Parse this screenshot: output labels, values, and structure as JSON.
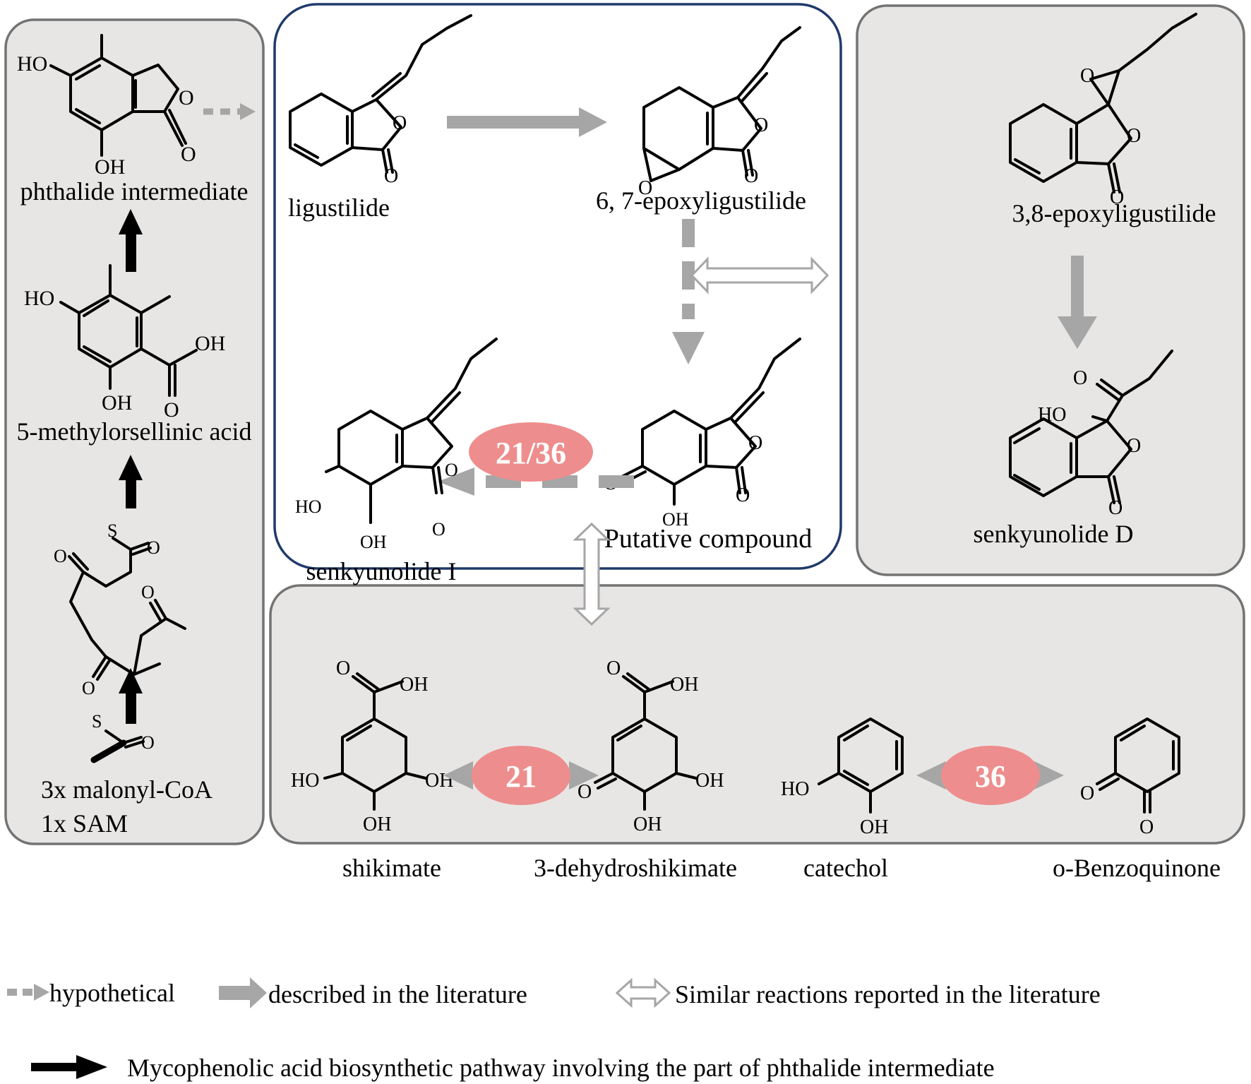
{
  "compounds": {
    "phthalide_intermediate": "phthalide intermediate",
    "methylorsellinic_acid": "5-methylorsellinic acid",
    "precursors_line1": "3x malonyl-CoA",
    "precursors_line2": "1x SAM",
    "ligustilide": "ligustilide",
    "epoxyligustilide_67": "6, 7-epoxyligustilide",
    "senkyunolide_i": "senkyunolide I",
    "putative_compound": "Putative compound",
    "epoxyligustilide_38": "3,8-epoxyligustilide",
    "senkyunolide_d": "senkyunolide  D",
    "shikimate": "shikimate",
    "dehydroshikimate": "3-dehydroshikimate",
    "catechol": "catechol",
    "o_benzoquinone": "o-Benzoquinone"
  },
  "atoms": {
    "ho": "HO",
    "oh": "OH",
    "o": "O",
    "s": "S"
  },
  "badges": {
    "pair": "21/36",
    "shikimate_enzyme": "21",
    "catechol_enzyme": "36"
  },
  "legend": {
    "hypothetical": "hypothetical",
    "described": "described in the literature",
    "similar": "Similar reactions reported in the literature",
    "mycophenolic": "Mycophenolic acid biosynthetic pathway involving the  part of phthalide intermediate"
  },
  "colors": {
    "panel_fill": "#e7e6e5",
    "panel_border": "#737373",
    "center_border": "#203a6b",
    "gray_arrow": "#a6a6a6",
    "badge_fill": "#ee8d8d",
    "black_arrow": "#000000"
  }
}
